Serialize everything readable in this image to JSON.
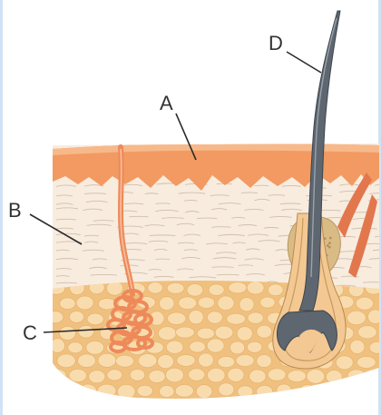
{
  "diagram": {
    "labels": [
      {
        "id": "A",
        "text": "A",
        "part": "epidermis"
      },
      {
        "id": "B",
        "text": "B",
        "part": "dermis"
      },
      {
        "id": "C",
        "text": "C",
        "part": "sweat-gland"
      },
      {
        "id": "D",
        "text": "D",
        "part": "hair"
      }
    ]
  },
  "colors": {
    "epidermis": "#f29a62",
    "epidermis_top": "#f7b98a",
    "dermis": "#f8ecdf",
    "dermis_texture": "#cfbfad",
    "fat_bg": "#f0c07e",
    "fat_cell": "#f9dcae",
    "gland": "#ee8a5a",
    "hair": "#5e6670",
    "follicle": "#f3c893",
    "sebaceous": "#d9bb86",
    "muscle": "#e2774e",
    "leader": "#2b2b2b",
    "frame": "#cfe3f4"
  }
}
